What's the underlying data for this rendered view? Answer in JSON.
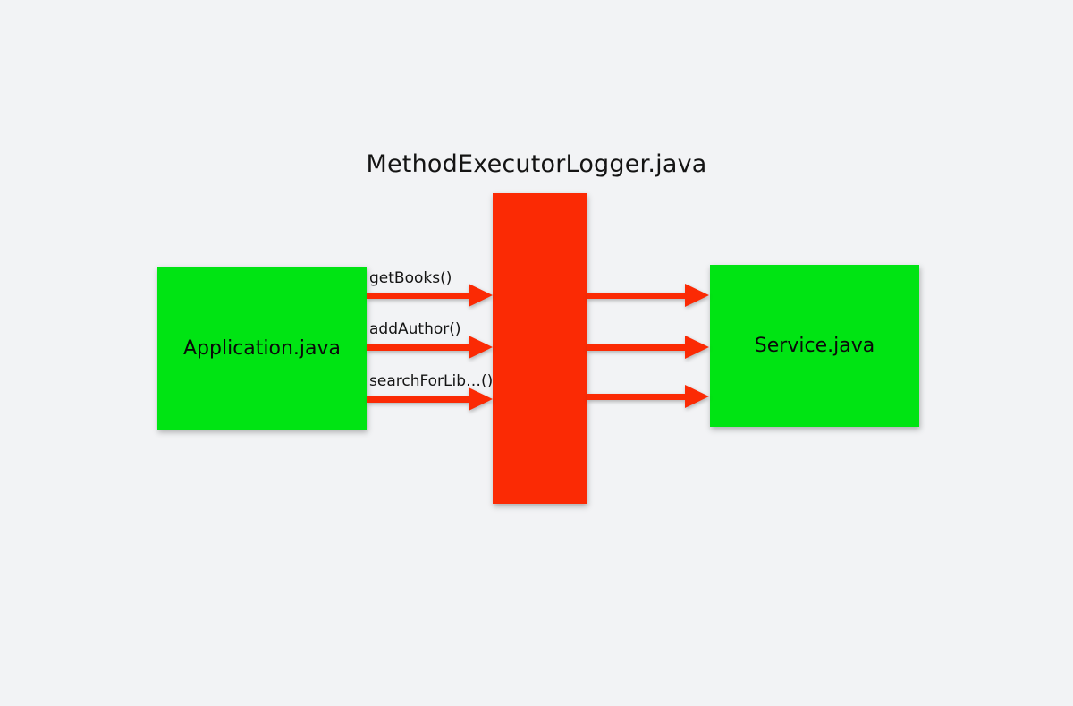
{
  "diagram": {
    "title": "MethodExecutorLogger.java",
    "colors": {
      "bg": "#f2f3f5",
      "green": "#00e413",
      "red": "#fb2a04",
      "text": "#141414"
    },
    "nodes": {
      "application": {
        "label": "Application.java"
      },
      "logger": {
        "label": ""
      },
      "service": {
        "label": "Service.java"
      }
    },
    "calls": [
      {
        "label": "getBooks()"
      },
      {
        "label": "addAuthor()"
      },
      {
        "label": "searchForLib…()"
      }
    ]
  }
}
